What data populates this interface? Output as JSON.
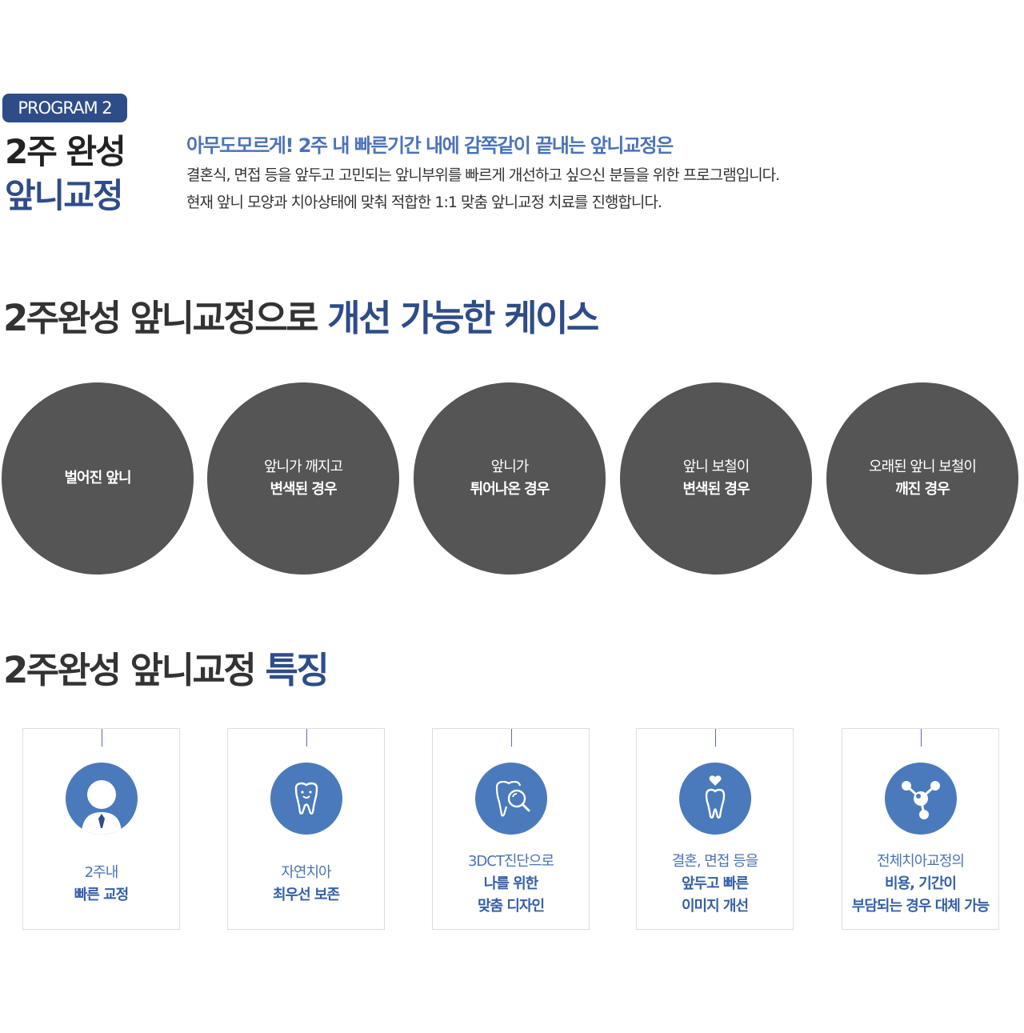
{
  "program": {
    "badge": "PROGRAM 2",
    "title_line1": "2주 완성",
    "title_line2": "앞니교정",
    "headline": "아무도모르게! 2주 내 빠른기간 내에 감쪽같이 끝내는 앞니교정은",
    "desc_line1": "결혼식, 면접 등을 앞두고 고민되는 앞니부위를 빠르게 개선하고 싶으신 분들을 위한 프로그램입니다.",
    "desc_line2": "현재 앞니 모양과 치아상태에 맞춰 적합한 1:1 맞춤 앞니교정 치료를 진행합니다."
  },
  "cases_section": {
    "title_main": "2주완성 앞니교정으로 ",
    "title_accent": "개선 가능한 케이스",
    "items": [
      {
        "line1": "벌어진 앞니",
        "line2": ""
      },
      {
        "line1": "앞니가 깨지고",
        "line2": "변색된 경우"
      },
      {
        "line1": "앞니가",
        "line2": "튀어나온 경우"
      },
      {
        "line1": "앞니 보철이",
        "line2": "변색된 경우"
      },
      {
        "line1": "오래된 앞니 보철이",
        "line2": "깨진 경우"
      }
    ]
  },
  "features_section": {
    "title_main": "2주완성 앞니교정 ",
    "title_accent": "특징",
    "items": [
      {
        "icon": "person-icon",
        "line1": "2주내",
        "line2": "빠른 교정",
        "line3": ""
      },
      {
        "icon": "smiling-tooth-icon",
        "line1": "자연치아",
        "line2": "최우선 보존",
        "line3": ""
      },
      {
        "icon": "tooth-magnifier-icon",
        "line1": "3DCT진단으로",
        "line2": "나를 위한",
        "line3": "맞춤 디자인"
      },
      {
        "icon": "tooth-heart-icon",
        "line1": "결혼, 면접 등을",
        "line2": "앞두고 빠른",
        "line3": "이미지 개선"
      },
      {
        "icon": "molecule-icon",
        "line1": "전체치아교정의",
        "line2": "비용, 기간이",
        "line3": "부담되는 경우 대체 가능"
      }
    ],
    "accent_color": "#4a7abb"
  },
  "colors": {
    "navy": "#2e4c88",
    "blue": "#4a73b8",
    "circle_gray": "#555555"
  }
}
